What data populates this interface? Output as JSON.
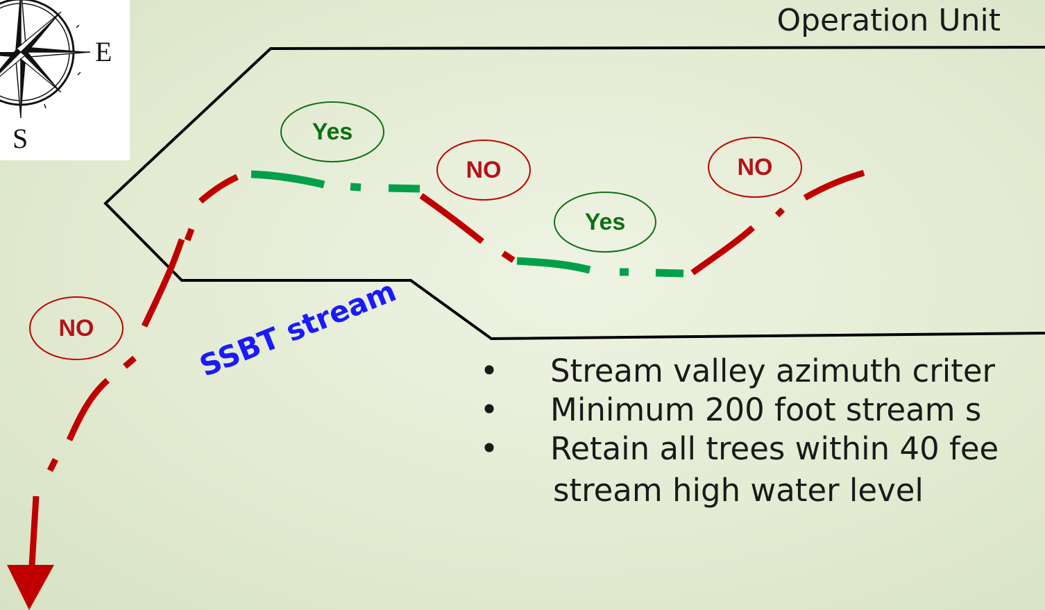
{
  "title": "Operation Unit",
  "compass": {
    "east_label": "E",
    "south_label": "S"
  },
  "stream_label": "SSBT stream",
  "markers": [
    {
      "text": "Yes",
      "status": "yes"
    },
    {
      "text": "NO",
      "status": "no"
    },
    {
      "text": "Yes",
      "status": "yes"
    },
    {
      "text": "NO",
      "status": "no"
    },
    {
      "text": "NO",
      "status": "no"
    }
  ],
  "bullets": [
    "Stream valley azimuth criter",
    "Minimum 200 foot stream s",
    "Retain all trees within 40 fee"
  ],
  "bullet_continuation": "stream high water level",
  "colors": {
    "yes": "#00a04a",
    "no": "#c00000",
    "yes_text": "#0f6e14",
    "no_text": "#b5121b",
    "stream_label": "#1a1aff",
    "boundary": "#000000"
  }
}
